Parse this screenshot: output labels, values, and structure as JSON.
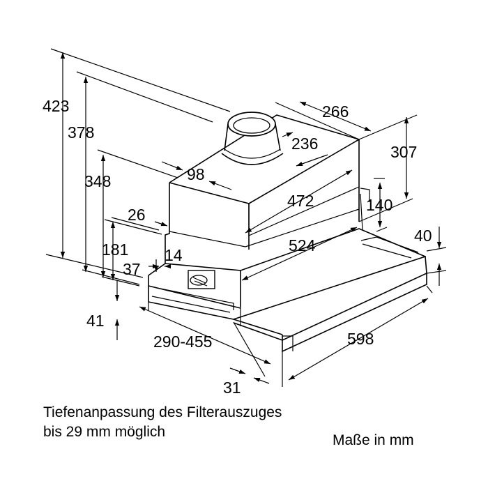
{
  "dimensions": {
    "d423": "423",
    "d378": "378",
    "d348": "348",
    "d181": "181",
    "d26": "26",
    "d14": "14",
    "d37": "37",
    "d41": "41",
    "d98": "98",
    "d266": "266",
    "d236": "236",
    "d307": "307",
    "d472": "472",
    "d140": "140",
    "d524": "524",
    "d40": "40",
    "d290_455": "290-455",
    "d598": "598",
    "d31": "31"
  },
  "note": {
    "line1": "Tiefenanpassung des Filterauszuges",
    "line2": "bis 29 mm möglich"
  },
  "units": "Maße in mm"
}
